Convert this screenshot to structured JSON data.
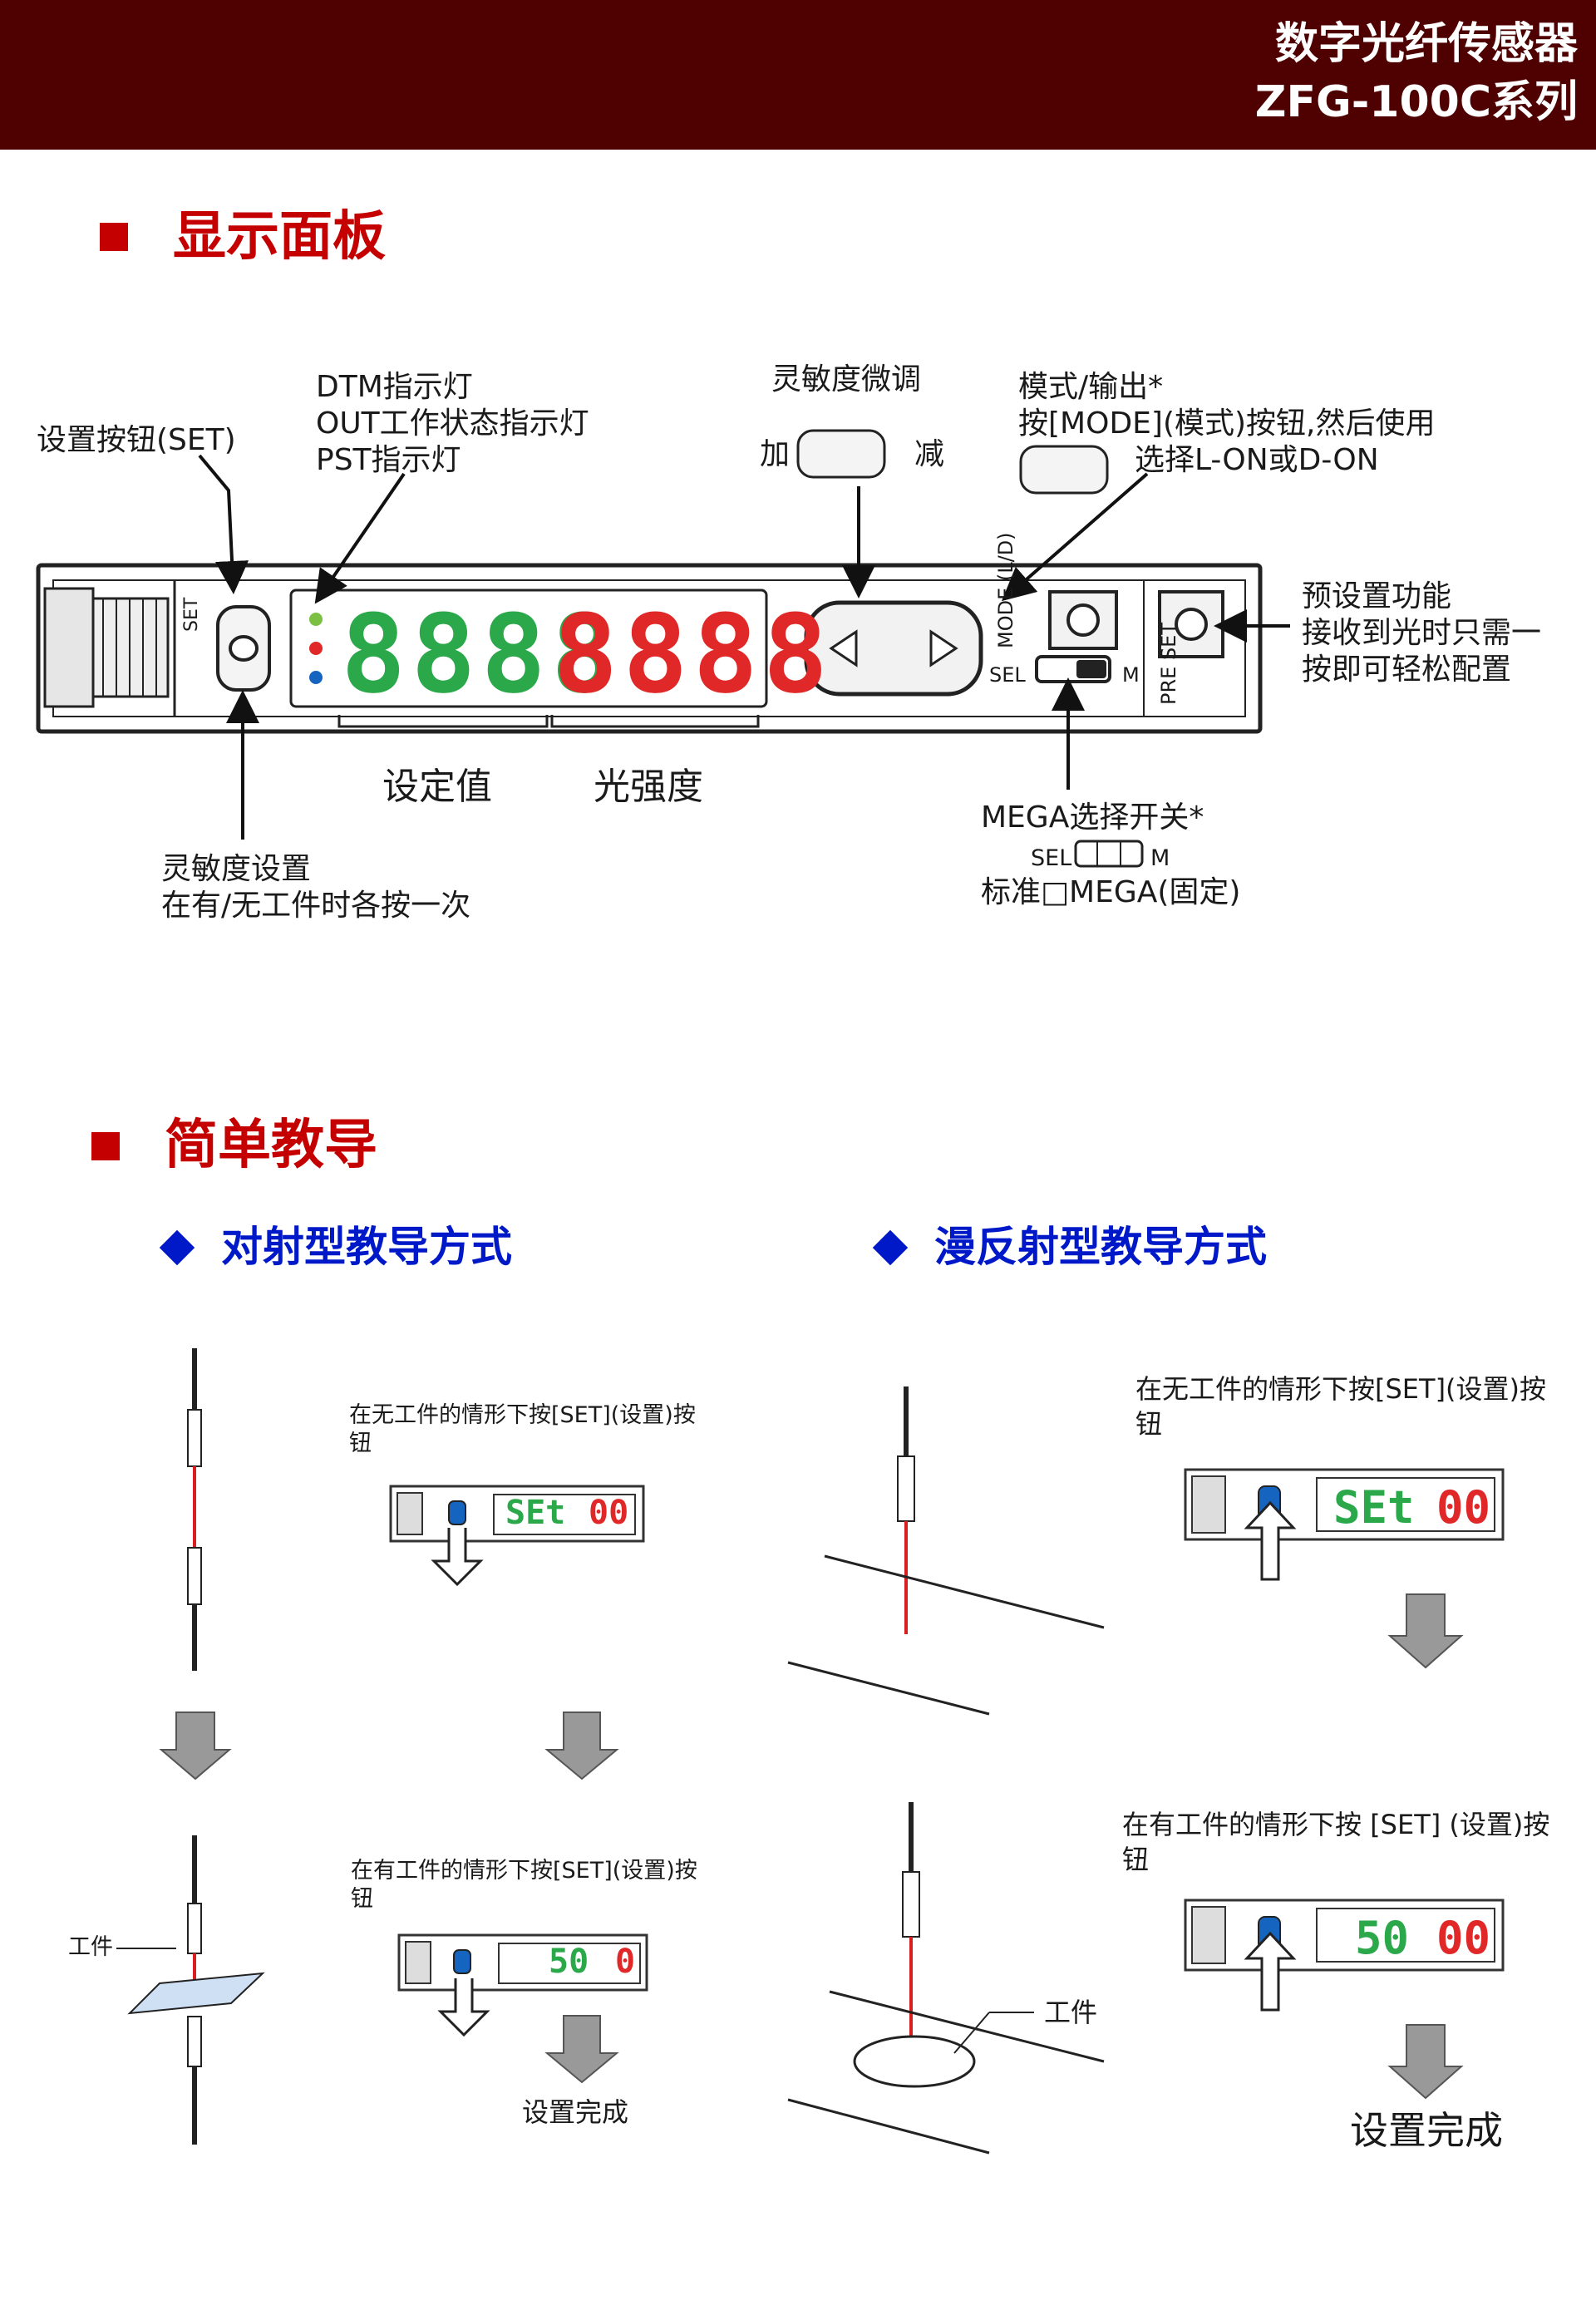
{
  "header": {
    "title": "数字光纤传感器",
    "subtitle": "ZFG-100C系列",
    "bg_color": "#4f0000"
  },
  "display_panel": {
    "section_title": "显示面板",
    "labels": {
      "set_button": "设置按钮(SET)",
      "indicator_lines": [
        "DTM指示灯",
        "OUT工作状态指示灯",
        "PST指示灯"
      ],
      "fine_tune_title": "灵敏度微调",
      "fine_tune_plus": "加",
      "fine_tune_minus": "减",
      "mode_lines": [
        "模式/输出*",
        "按[MODE](模式)按钮,然后使用",
        "选择L-ON或D-ON"
      ],
      "preset_lines": [
        "预设置功能",
        "接收到光时只需一",
        "按即可轻松配置"
      ],
      "set_value": "设定值",
      "light_intensity": "光强度",
      "sensitivity_lines": [
        "灵敏度设置",
        "在有/无工件时各按一次"
      ],
      "mega_title": "MEGA选择开关*",
      "mega_sel": "SEL",
      "mega_m": "M",
      "mega_desc": "标准□MEGA(固定)"
    },
    "device": {
      "set_text": "SET",
      "leds": [
        "DTM",
        "OUT",
        "PST"
      ],
      "digits_green": "8888",
      "digits_red": "8888",
      "mode_text": "MODE (L/D)",
      "sel_text": "SEL",
      "m_text": "M",
      "preset_text": "PRE SET"
    },
    "colors": {
      "green": "#2aa84a",
      "red": "#e02828",
      "led_blue": "#1565c0"
    }
  },
  "teaching": {
    "section_title": "简单教导",
    "through_beam": {
      "title": "对射型教导方式",
      "step1": "在无工件的情形下按[SET](设置)按钮",
      "display1_left": "SEt",
      "display1_right": "00",
      "step2": "在有工件的情形下按[SET](设置)按钮",
      "display2_left": "50",
      "display2_right": "0",
      "workpiece": "工件",
      "done": "设置完成"
    },
    "diffuse": {
      "title": "漫反射型教导方式",
      "step1": "在无工件的情形下按[SET](设置)按钮",
      "display1_left": "SEt",
      "display1_right": "00",
      "step2": "在有工件的情形下按 [SET] (设置)按钮",
      "display2_left": "50",
      "display2_right": "00",
      "workpiece": "工件",
      "done": "设置完成"
    }
  }
}
